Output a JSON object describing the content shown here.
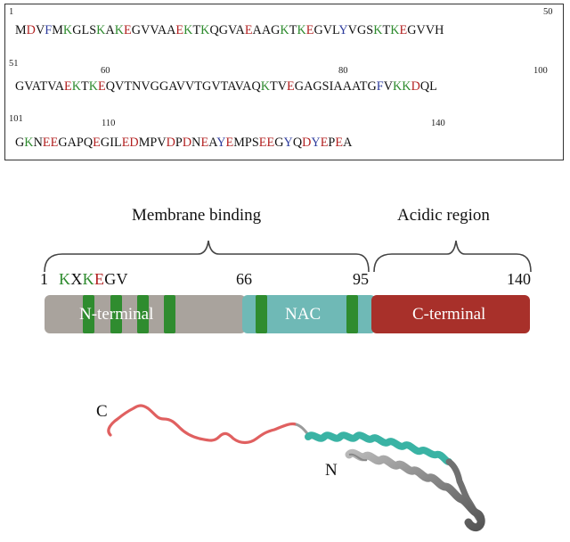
{
  "colors": {
    "K": "#2e8b2e",
    "E": "#b21f1f",
    "D": "#b21f1f",
    "Y": "#2b3a9c",
    "F": "#2b3a9c",
    "default": "#111111"
  },
  "sequence": {
    "numbers": [
      "1",
      "50",
      "51",
      "60",
      "80",
      "100",
      "101",
      "110",
      "140"
    ],
    "lines": [
      "MDVFMKGLSKAKEGVVAAEKTKQGVAEAAGKTKEGVLYVGSKTKEGVVH",
      "GVATVAEKTKEQVTNVGGAVVTGVTAVAQKTVEGAGSIAAATGFVKKDQL",
      "GKNEEGAPQEGILEDMPVDPDNEAYEMPSEEGYQDYEPEA"
    ]
  },
  "domains": {
    "membrane_label": "Membrane binding",
    "acidic_label": "Acidic region",
    "positions": [
      "1",
      "66",
      "95",
      "140"
    ],
    "motif": [
      "K",
      "X",
      "K",
      "E",
      "G",
      "V"
    ],
    "nterm_label": "N-terminal",
    "nac_label": "NAC",
    "cterm_label": "C-terminal"
  },
  "structure": {
    "c_label": "C",
    "n_label": "N"
  }
}
